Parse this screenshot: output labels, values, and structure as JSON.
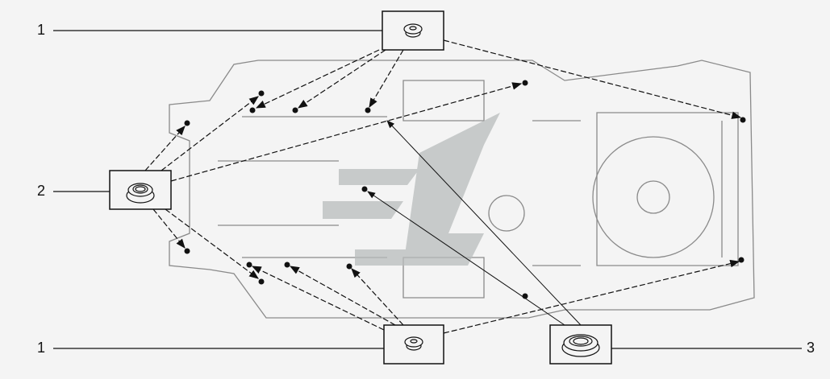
{
  "callouts": [
    {
      "number": "1",
      "part": "small-plug"
    },
    {
      "number": "2",
      "part": "medium-plug"
    },
    {
      "number": "1",
      "part": "small-plug"
    },
    {
      "number": "3",
      "part": "large-plug"
    }
  ],
  "colors": {
    "line": "#111111",
    "outline": "#888888",
    "watermark": "#b8bcbc",
    "background": "#f4f4f4"
  }
}
